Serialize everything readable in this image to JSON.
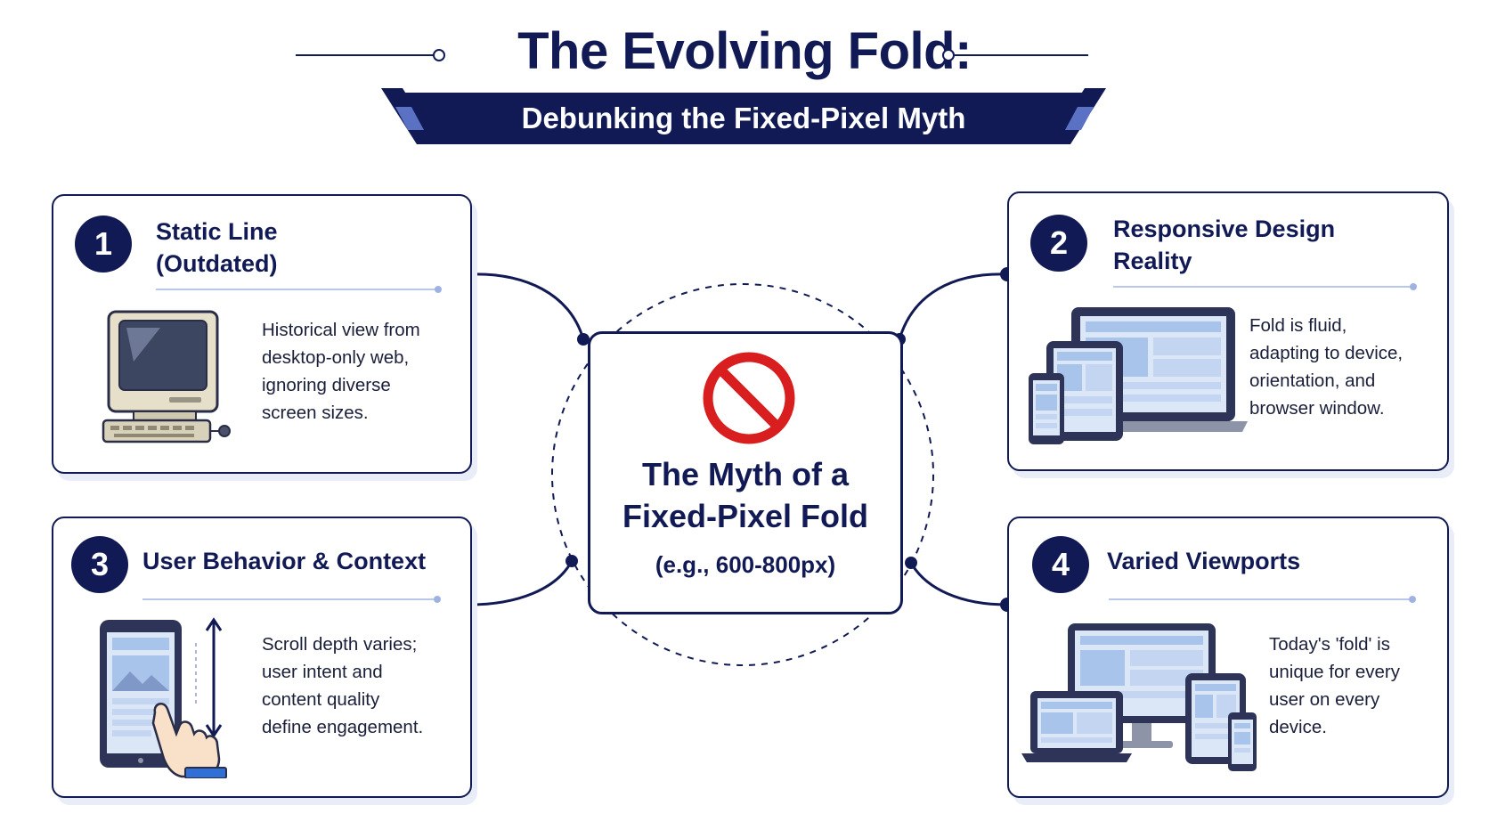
{
  "header": {
    "title": "The Evolving Fold:",
    "subtitle": "Debunking the Fixed-Pixel Myth"
  },
  "center": {
    "title_lines": [
      "The Myth of a",
      "Fixed-Pixel Fold"
    ],
    "example": "(e.g., 600-800px)",
    "icon": "no-entry-icon"
  },
  "cards": [
    {
      "number": "1",
      "title_lines": [
        "Static Line",
        "(Outdated)"
      ],
      "text_lines": [
        "Historical view from",
        "desktop-only web,",
        "ignoring diverse",
        "screen sizes."
      ],
      "icon": "retro-computer-icon"
    },
    {
      "number": "2",
      "title_lines": [
        "Responsive Design",
        "Reality"
      ],
      "text_lines": [
        "Fold is fluid,",
        "adapting to device,",
        "orientation, and",
        "browser window."
      ],
      "icon": "responsive-devices-icon"
    },
    {
      "number": "3",
      "title_lines": [
        "User Behavior & Context"
      ],
      "text_lines": [
        "Scroll depth varies;",
        "user intent and",
        "content quality",
        "define engagement."
      ],
      "icon": "tablet-scroll-hand-icon"
    },
    {
      "number": "4",
      "title_lines": [
        "Varied Viewports"
      ],
      "text_lines": [
        "Today's 'fold' is",
        "unique for every",
        "user on every",
        "device."
      ],
      "icon": "multi-device-icon"
    }
  ],
  "colors": {
    "navy": "#111a55",
    "accent_red": "#d81e1e",
    "light_blue": "#b9c8ea",
    "screen_blue": "#a9c4ea"
  }
}
